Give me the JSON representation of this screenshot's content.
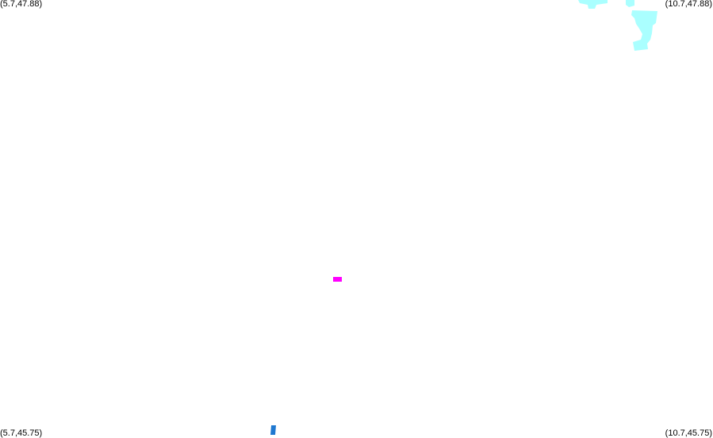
{
  "map": {
    "corner_labels": {
      "top_left": "(5.7,47.88)",
      "top_right": "(10.7,47.88)",
      "bottom_left": "(5.7,45.75)",
      "bottom_right": "(10.7,45.75)"
    },
    "features": [
      {
        "name": "cyan-region",
        "color": "#aaffff"
      },
      {
        "name": "magenta-marker",
        "color": "#ff00ff"
      },
      {
        "name": "blue-marker",
        "color": "#1f78d0"
      }
    ]
  }
}
